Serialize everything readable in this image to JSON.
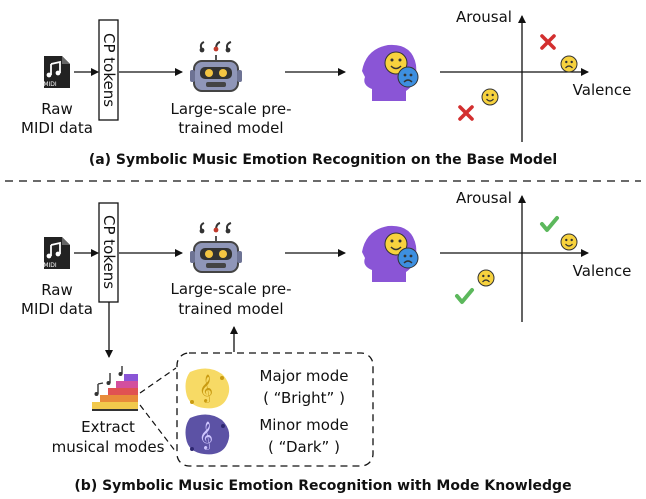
{
  "panel_a": {
    "input_label_1": "Raw",
    "input_label_2": "MIDI data",
    "midi_badge": "MIDI",
    "token_box": "CP tokens",
    "model_label_1": "Large-scale pre-",
    "model_label_2": "trained model",
    "chart": {
      "y_axis": "Arousal",
      "x_axis": "Valence"
    },
    "caption": "(a) Symbolic Music Emotion Recognition on the Base Model"
  },
  "panel_b": {
    "input_label_1": "Raw",
    "input_label_2": "MIDI data",
    "midi_badge": "MIDI",
    "token_box": "CP tokens",
    "model_label_1": "Large-scale pre-",
    "model_label_2": "trained model",
    "chart": {
      "y_axis": "Arousal",
      "x_axis": "Valence"
    },
    "extract_label_1": "Extract",
    "extract_label_2": "musical modes",
    "major_mode_1": "Major mode",
    "major_mode_2": "( “Bright” )",
    "minor_mode_1": "Minor mode",
    "minor_mode_2": "( “Dark” )",
    "caption": "(b) Symbolic Music Emotion Recognition with Mode Knowledge"
  },
  "colors": {
    "robot_body": "#8f96b8",
    "robot_eyes": "#f4c542",
    "head_purple": "#8a55d6",
    "cross_red": "#d32f2f",
    "check_green": "#5cb85c",
    "emoji_yellow": "#f7d23e"
  }
}
